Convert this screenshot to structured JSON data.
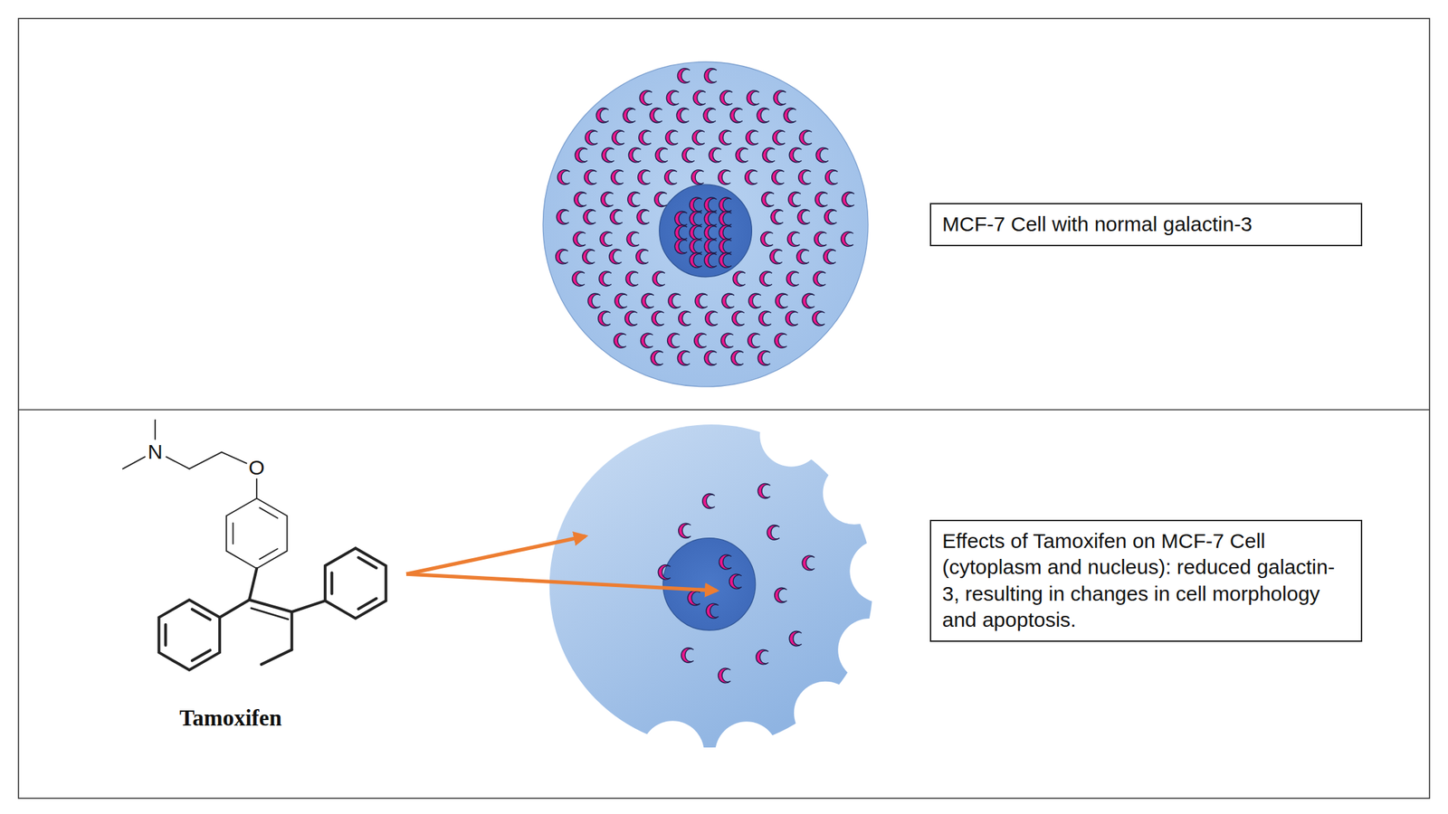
{
  "diagram": {
    "nodes": [
      {
        "text": [
          "MCF-7 Cell with normal galactin-3"
        ]
      },
      {
        "text": [
          "Effects of Tamoxifen on MCF-7 Cell (cytoplasm and nucleus): reduced galactin-3, resulting in changes in cell morphology and apoptosis."
        ]
      }
    ],
    "labels": [
      "N",
      "O",
      "Tamoxifen"
    ]
  }
}
